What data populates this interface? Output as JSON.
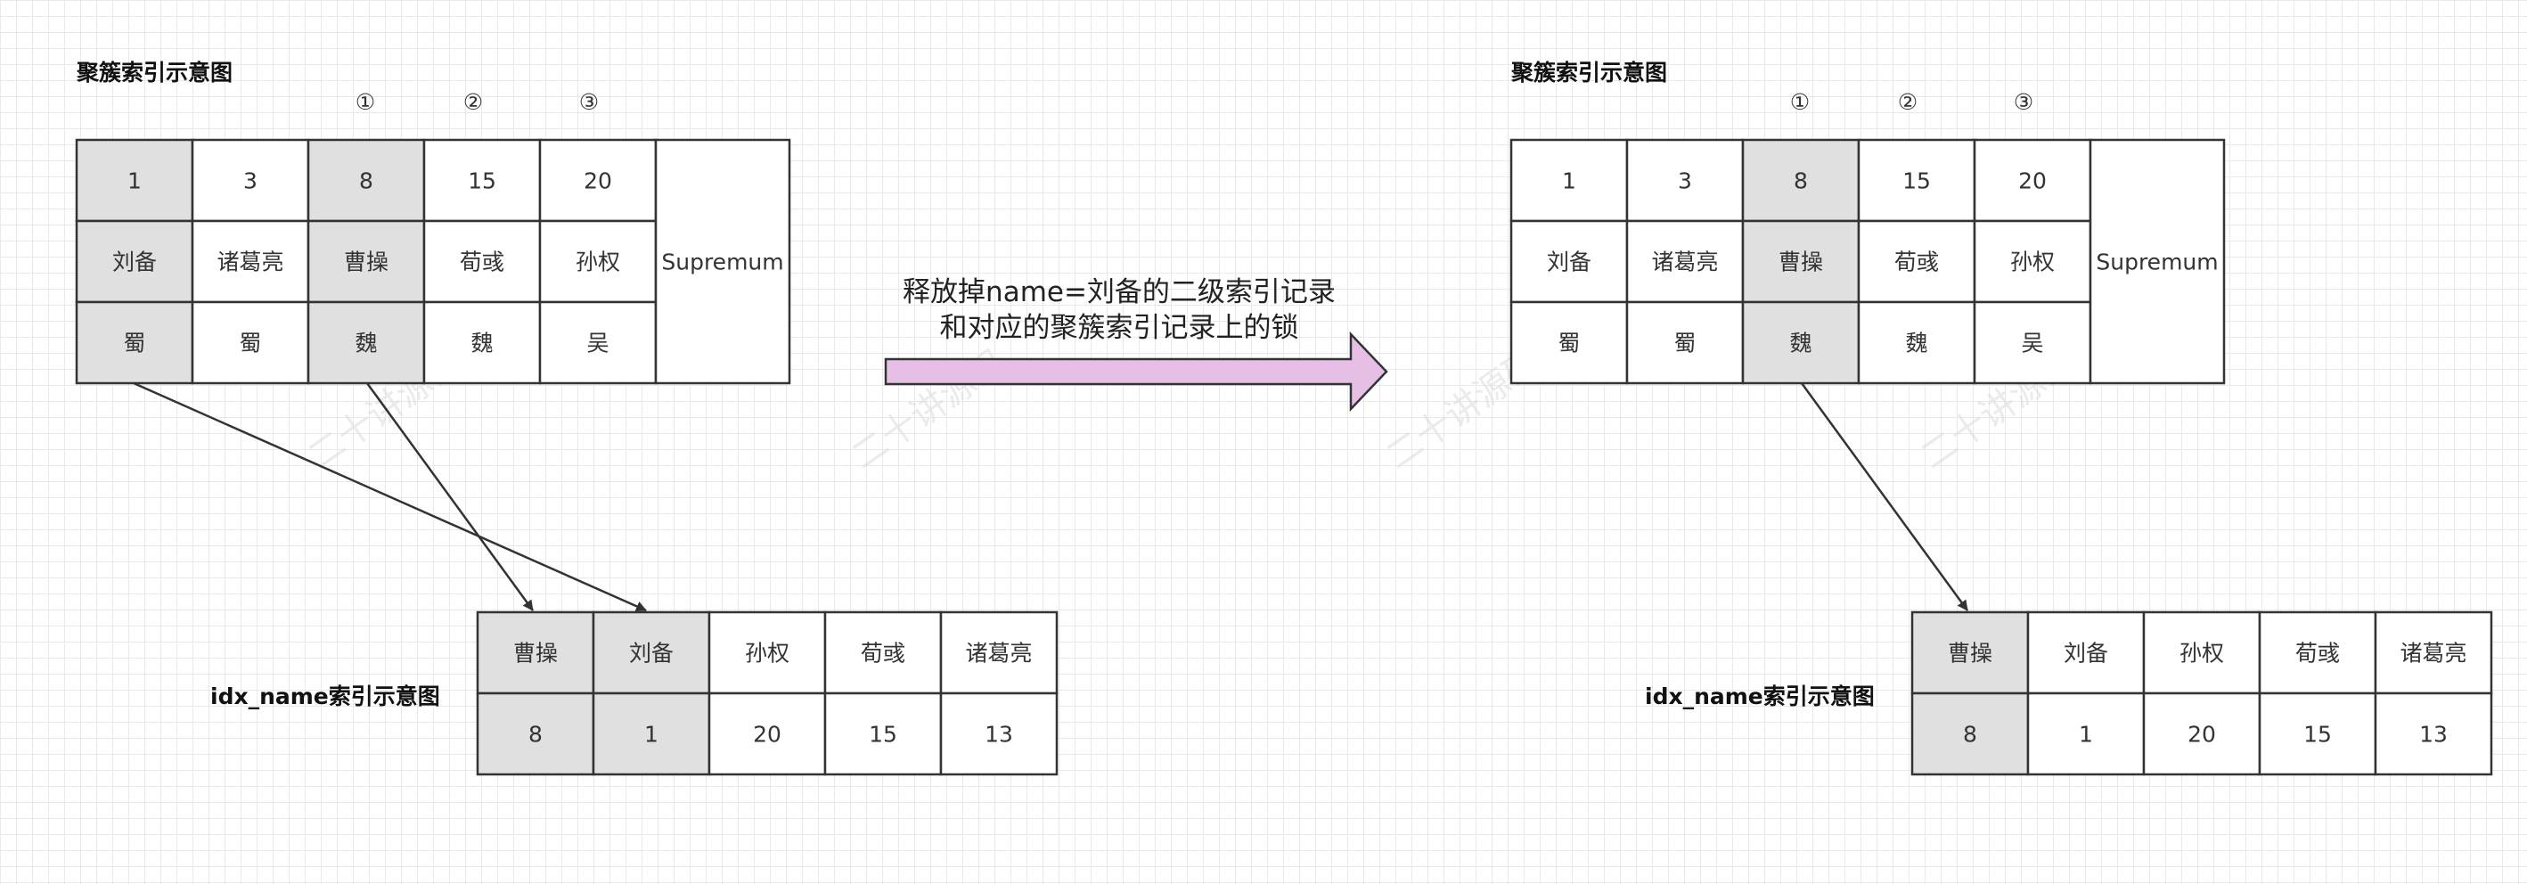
{
  "watermark": "二十讲源码",
  "arrow_label": [
    "释放掉name=刘备的二级索引记录",
    "和对应的聚簇索引记录上的锁"
  ],
  "colors": {
    "grid": "#e9e9e9",
    "highlight": "#e0e0e0",
    "arrow_fill": "#e6bfe6",
    "border": "#333333"
  },
  "left": {
    "clustered_title": "聚簇索引示意图",
    "markers": [
      "①",
      "②",
      "③"
    ],
    "clustered_rows": [
      [
        "1",
        "3",
        "8",
        "15",
        "20"
      ],
      [
        "刘备",
        "诸葛亮",
        "曹操",
        "荀彧",
        "孙权"
      ],
      [
        "蜀",
        "蜀",
        "魏",
        "魏",
        "吴"
      ]
    ],
    "clustered_highlight_columns": [
      0,
      2
    ],
    "supremum": "Supremum",
    "secondary_title": "idx_name索引示意图",
    "secondary_rows": [
      [
        "曹操",
        "刘备",
        "孙权",
        "荀彧",
        "诸葛亮"
      ],
      [
        "8",
        "1",
        "20",
        "15",
        "13"
      ]
    ],
    "secondary_highlight_columns": [
      0,
      1
    ],
    "links": [
      {
        "from_clustered_col": 0,
        "to_secondary_col": 1
      },
      {
        "from_clustered_col": 2,
        "to_secondary_col": 0
      }
    ]
  },
  "right": {
    "clustered_title": "聚簇索引示意图",
    "markers": [
      "①",
      "②",
      "③"
    ],
    "clustered_rows": [
      [
        "1",
        "3",
        "8",
        "15",
        "20"
      ],
      [
        "刘备",
        "诸葛亮",
        "曹操",
        "荀彧",
        "孙权"
      ],
      [
        "蜀",
        "蜀",
        "魏",
        "魏",
        "吴"
      ]
    ],
    "clustered_highlight_columns": [
      2
    ],
    "supremum": "Supremum",
    "secondary_title": "idx_name索引示意图",
    "secondary_rows": [
      [
        "曹操",
        "刘备",
        "孙权",
        "荀彧",
        "诸葛亮"
      ],
      [
        "8",
        "1",
        "20",
        "15",
        "13"
      ]
    ],
    "secondary_highlight_columns": [
      0
    ],
    "links": [
      {
        "from_clustered_col": 2,
        "to_secondary_col": 0
      }
    ]
  }
}
